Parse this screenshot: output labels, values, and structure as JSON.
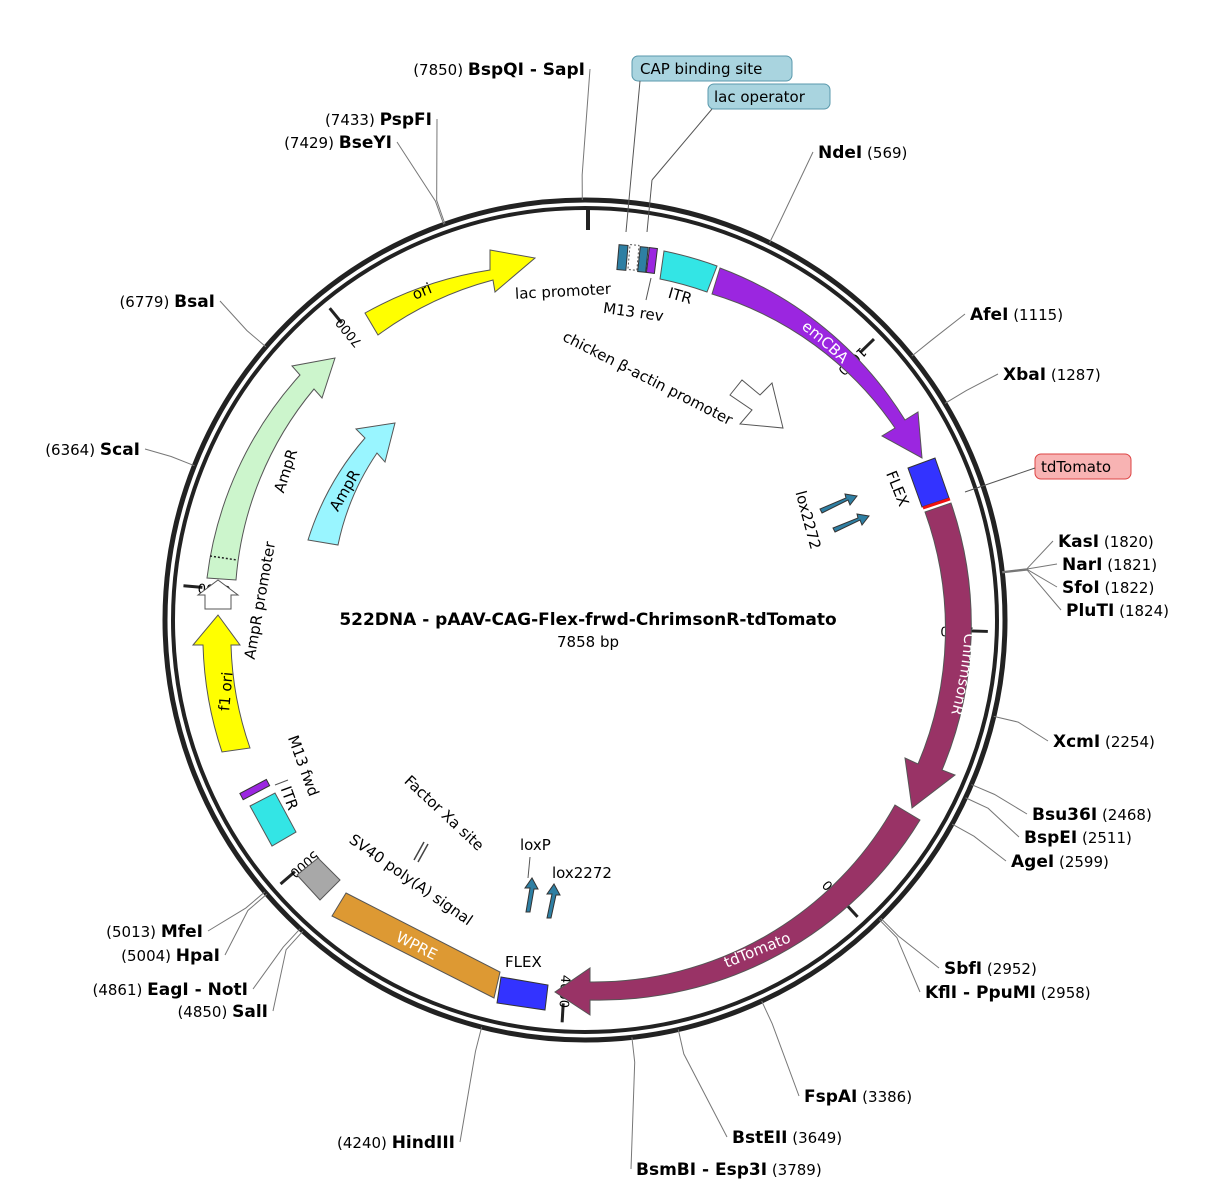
{
  "plasmid": {
    "name": "522DNA - pAAV-CAG-Flex-frwd-ChrimsonR-tdTomato",
    "length_label": "7858 bp",
    "length": 7858
  },
  "ticks": [
    {
      "label": "1000",
      "pos": 1000
    },
    {
      "label": "2000",
      "pos": 2000
    },
    {
      "label": "3000",
      "pos": 3000
    },
    {
      "label": "4000",
      "pos": 4000
    },
    {
      "label": "5000",
      "pos": 5000
    },
    {
      "label": "6000",
      "pos": 6000
    },
    {
      "label": "7000",
      "pos": 7000
    }
  ],
  "sites": [
    {
      "pos": 7850,
      "label_pos": "(7850)",
      "name": "BspQI - SapI",
      "side": "left"
    },
    {
      "pos": 7433,
      "label_pos": "(7433)",
      "name": "PspFI",
      "side": "left"
    },
    {
      "pos": 7429,
      "label_pos": "(7429)",
      "name": "BseYI",
      "side": "left"
    },
    {
      "pos": 6779,
      "label_pos": "(6779)",
      "name": "BsaI",
      "side": "left"
    },
    {
      "pos": 6364,
      "label_pos": "(6364)",
      "name": "ScaI",
      "side": "left"
    },
    {
      "pos": 569,
      "label_pos": "(569)",
      "name": "NdeI",
      "side": "right"
    },
    {
      "pos": 1115,
      "label_pos": "(1115)",
      "name": "AfeI",
      "side": "right"
    },
    {
      "pos": 1287,
      "label_pos": "(1287)",
      "name": "XbaI",
      "side": "right"
    },
    {
      "pos": 1820,
      "label_pos": "(1820)",
      "name": "KasI",
      "side": "right"
    },
    {
      "pos": 1821,
      "label_pos": "(1821)",
      "name": "NarI",
      "side": "right"
    },
    {
      "pos": 1822,
      "label_pos": "(1822)",
      "name": "SfoI",
      "side": "right"
    },
    {
      "pos": 1824,
      "label_pos": "(1824)",
      "name": "PluTI",
      "side": "right"
    },
    {
      "pos": 2254,
      "label_pos": "(2254)",
      "name": "XcmI",
      "side": "right"
    },
    {
      "pos": 2468,
      "label_pos": "(2468)",
      "name": "Bsu36I",
      "side": "right"
    },
    {
      "pos": 2511,
      "label_pos": "(2511)",
      "name": "BspEI",
      "side": "right"
    },
    {
      "pos": 2599,
      "label_pos": "(2599)",
      "name": "AgeI",
      "side": "right"
    },
    {
      "pos": 2952,
      "label_pos": "(2952)",
      "name": "SbfI",
      "side": "right"
    },
    {
      "pos": 2958,
      "label_pos": "(2958)",
      "name": "KflI - PpuMI",
      "side": "right"
    },
    {
      "pos": 3386,
      "label_pos": "(3386)",
      "name": "FspAI",
      "side": "right"
    },
    {
      "pos": 3649,
      "label_pos": "(3649)",
      "name": "BstEII",
      "side": "right"
    },
    {
      "pos": 3789,
      "label_pos": "(3789)",
      "name": "BsmBI - Esp3I",
      "side": "right"
    },
    {
      "pos": 4240,
      "label_pos": "(4240)",
      "name": "HindIII",
      "side": "left"
    },
    {
      "pos": 4850,
      "label_pos": "(4850)",
      "name": "SalI",
      "side": "left"
    },
    {
      "pos": 4861,
      "label_pos": "(4861)",
      "name": "EagI - NotI",
      "side": "left"
    },
    {
      "pos": 5004,
      "label_pos": "(5004)",
      "name": "HpaI",
      "side": "left"
    },
    {
      "pos": 5013,
      "label_pos": "(5013)",
      "name": "MfeI",
      "side": "left"
    }
  ],
  "features": [
    {
      "name": "ori",
      "color": "#ffff00"
    },
    {
      "name": "emCBA",
      "color": "#9b26e0"
    },
    {
      "name": "ChrimsonR",
      "color": "#993366"
    },
    {
      "name": "tdTomato",
      "color": "#993366"
    },
    {
      "name": "AmpR",
      "color": "#ccf5cc"
    },
    {
      "name": "AmpR",
      "color": "#99f5ff"
    },
    {
      "name": "f1 ori",
      "color": "#ffff00"
    },
    {
      "name": "WPRE",
      "color": "#dd9933"
    },
    {
      "name": "ITR",
      "color": "#33e5e5"
    },
    {
      "name": "ITR",
      "color": "#33e5e5"
    },
    {
      "name": "FLEX",
      "color": "#3333ff"
    },
    {
      "name": "FLEX",
      "color": "#3333ff"
    }
  ],
  "labels": {
    "lac_promoter": "lac promoter",
    "m13_rev": "M13 rev",
    "itr_top": "ITR",
    "emcba": "emCBA",
    "chicken_actin": "chicken β-actin promoter",
    "flex_top": "FLEX",
    "lox2272_top": "lox2272",
    "chrimsonr": "ChrimsonR",
    "tdtomato": "tdTomato",
    "flex_bottom": "FLEX",
    "lox2272_bottom": "lox2272",
    "loxp": "loxP",
    "factor_xa": "Factor Xa site",
    "wpre": "WPRE",
    "sv40": "SV40 poly(A) signal",
    "itr_bottom": "ITR",
    "m13_fwd": "M13 fwd",
    "f1_ori": "f1 ori",
    "ampr_promoter": "AmpR promoter",
    "ampr_outer": "AmpR",
    "ampr_inner": "AmpR",
    "ori": "ori"
  },
  "callouts": {
    "cap_binding": "CAP binding site",
    "lac_operator": "lac operator",
    "tdtomato_box": "tdTomato"
  }
}
